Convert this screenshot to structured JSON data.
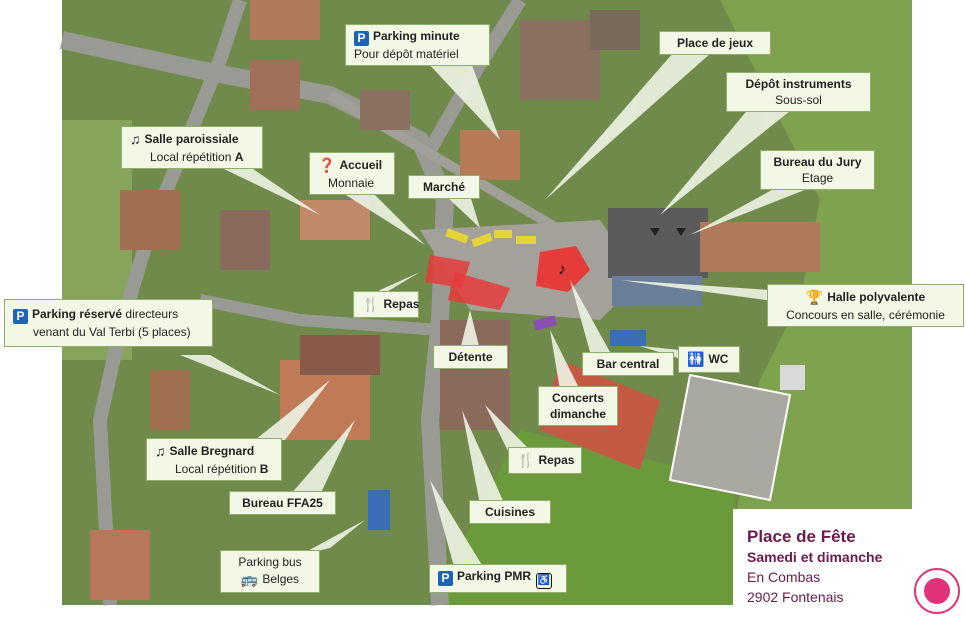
{
  "labels": {
    "parking_minute": {
      "icon": "parking-icon",
      "title": "Parking minute",
      "sub": "Pour dépôt matériel"
    },
    "place_de_jeux": {
      "title": "Place de jeux"
    },
    "depot_instruments": {
      "title": "Dépôt instruments",
      "sub": "Sous-sol"
    },
    "salle_paroissiale": {
      "icon": "music-note-icon",
      "title": "Salle paroissiale",
      "sub": "Local répétition",
      "sub_bold": "A"
    },
    "accueil": {
      "icon": "question-icon",
      "title": "Accueil",
      "sub": "Monnaie"
    },
    "bureau_jury": {
      "title": "Bureau du Jury",
      "sub": "Etage"
    },
    "marche": {
      "title": "Marché"
    },
    "halle": {
      "icon": "trophy-icon",
      "title": "Halle polyvalente",
      "sub": "Concours en salle, cérémonie"
    },
    "repas_1": {
      "icon": "cutlery-icon",
      "title": "Repas"
    },
    "parking_reserve": {
      "icon": "parking-icon",
      "title": "Parking réservé",
      "title_rest": "directeurs",
      "sub": "venant du Val Terbi (5 places)"
    },
    "detente": {
      "title": "Détente"
    },
    "bar_central": {
      "title": "Bar central"
    },
    "wc": {
      "icon": "wc-icon",
      "title": "WC"
    },
    "concerts": {
      "title": "Concerts",
      "title2": "dimanche"
    },
    "salle_bregnard": {
      "icon": "music-note-icon",
      "title": "Salle Bregnard",
      "sub": "Local répétition",
      "sub_bold": "B"
    },
    "repas_2": {
      "icon": "cutlery-icon",
      "title": "Repas"
    },
    "bureau_ffa": {
      "title": "Bureau FFA25"
    },
    "cuisines": {
      "title": "Cuisines"
    },
    "parking_bus": {
      "icon": "bus-icon",
      "title": "Parking bus",
      "sub": "Belges"
    },
    "parking_pmr": {
      "icon": "parking-icon",
      "title": "Parking PMR",
      "icon2": "wheelchair-icon"
    }
  },
  "place": {
    "title": "Place de Fête",
    "subtitle": "Samedi et dimanche",
    "line1": "En Combas",
    "line2": "2902 Fontenais"
  },
  "colors": {
    "title": "#6b1a4a",
    "label_bg": "#f3f8e6",
    "label_border": "#8fae6a",
    "parking": "#1f63b5",
    "festival_red": "#e63b3b",
    "logo": "#e2337a"
  }
}
